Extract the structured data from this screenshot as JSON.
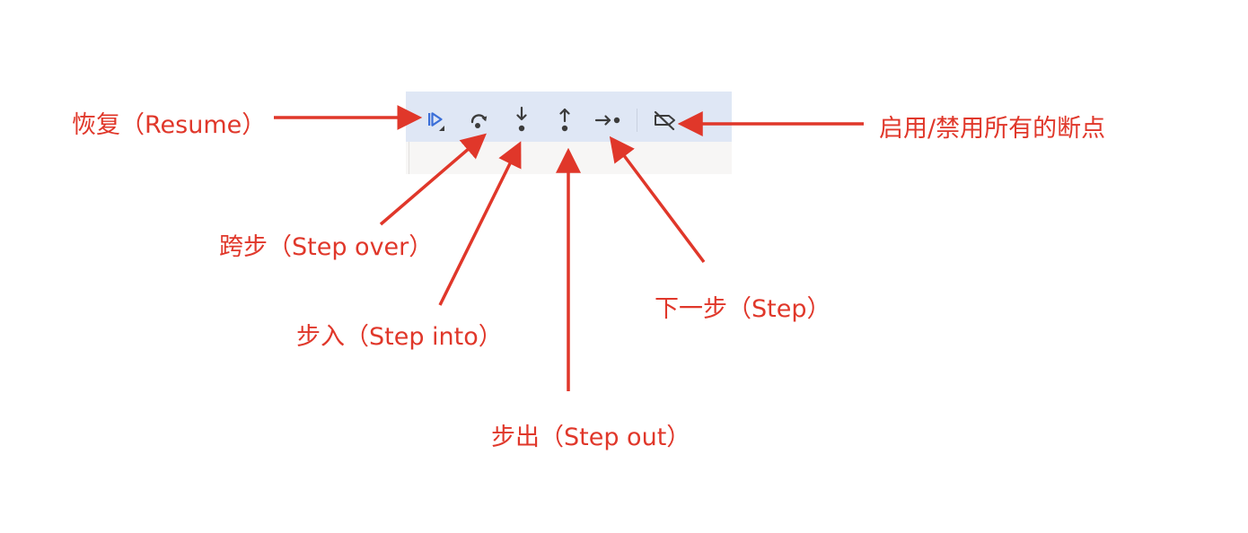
{
  "toolbar": {
    "buttons": [
      {
        "name": "resume",
        "icon": "resume-icon"
      },
      {
        "name": "step-over",
        "icon": "step-over-icon"
      },
      {
        "name": "step-into",
        "icon": "step-into-icon"
      },
      {
        "name": "step-out",
        "icon": "step-out-icon"
      },
      {
        "name": "step",
        "icon": "step-icon"
      },
      {
        "name": "toggle-breakpoints",
        "icon": "breakpoints-off-icon"
      }
    ]
  },
  "annotations": {
    "resume": "恢复（Resume）",
    "step_over": "跨步（Step over）",
    "step_into": "步入（Step into）",
    "step_out": "步出（Step out）",
    "step": "下一步（Step）",
    "toggle_breakpoints": "启用/禁用所有的断点"
  },
  "colors": {
    "annotation": "#e0372a",
    "resume_icon": "#3b6fd8",
    "icon": "#3c3c3c",
    "toolbar_bg": "#dfe7f5",
    "subpanel_bg": "#f7f6f5"
  }
}
